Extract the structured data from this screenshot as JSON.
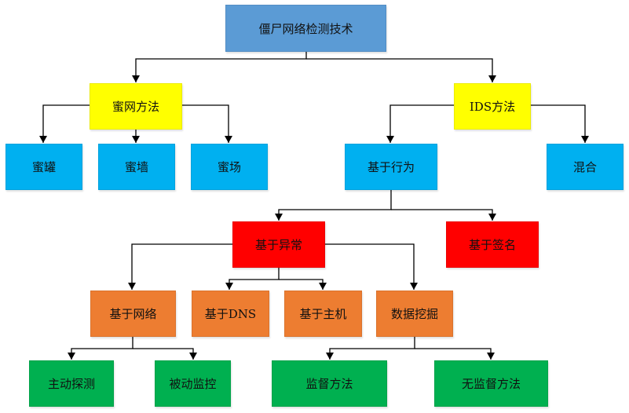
{
  "colors": {
    "root": "#5B9BD5",
    "level1": "#FFFF00",
    "level2": "#00B0F0",
    "level3": "#FF0000",
    "level4": "#ED7D31",
    "level5": "#00B050"
  },
  "nodes": {
    "root": "僵尸网络检测技术",
    "honeynet": "蜜网方法",
    "ids": "IDS方法",
    "honeypot": "蜜罐",
    "honeywall": "蜜墙",
    "honeyfarm": "蜜场",
    "behavior": "基于行为",
    "hybrid": "混合",
    "anomaly": "基于异常",
    "signature": "基于签名",
    "network": "基于网络",
    "dns": "基于DNS",
    "host": "基于主机",
    "datamining": "数据挖掘",
    "active": "主动探测",
    "passive": "被动监控",
    "supervised": "监督方法",
    "unsupervised": "无监督方法"
  }
}
